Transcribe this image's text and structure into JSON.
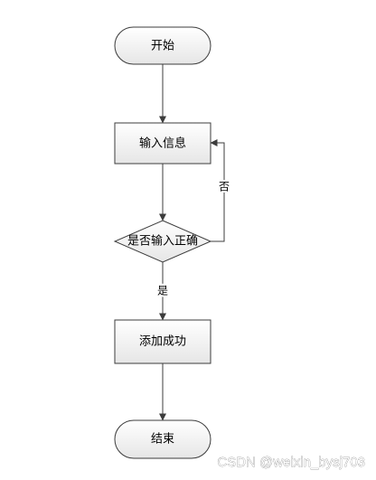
{
  "nodes": {
    "start": "开始",
    "input": "输入信息",
    "decision": "是否输入正确",
    "success": "添加成功",
    "end": "结束"
  },
  "edges": {
    "no_label": "否",
    "yes_label": "是"
  },
  "watermark": "CSDN @weixin_bysj703",
  "colors": {
    "shape_fill_top": "#ffffff",
    "shape_fill_bottom": "#e8e8e8",
    "stroke": "#3c3c3c"
  }
}
